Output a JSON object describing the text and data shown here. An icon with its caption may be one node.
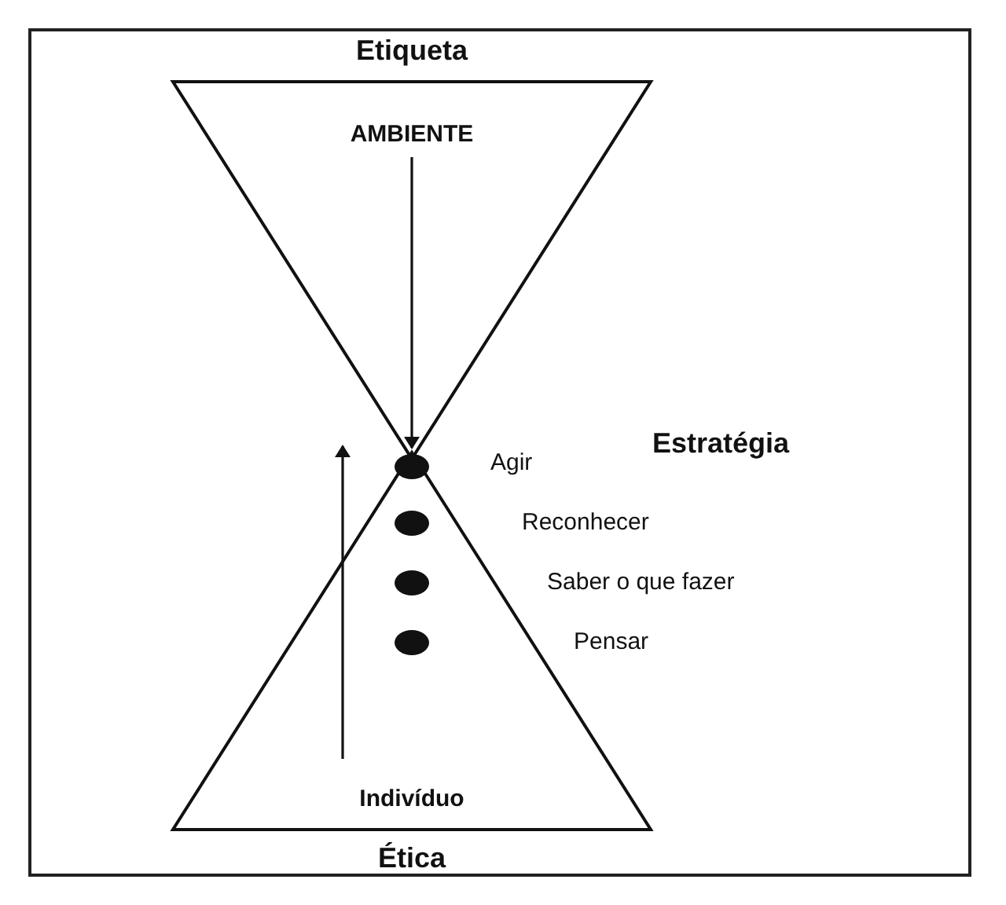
{
  "diagram": {
    "nodes": [
      {
        "text": [
          "Etiqueta"
        ]
      },
      {
        "text": [
          "AMBIENTE"
        ],
        "in": 0
      },
      {
        "text": [
          "Ética"
        ]
      },
      {
        "text": [
          "Indivíduo"
        ],
        "in": 2
      },
      {
        "text": [],
        "shape": "ellipse",
        "in": 2
      },
      {
        "text": [],
        "shape": "ellipse",
        "in": 2
      },
      {
        "text": [],
        "shape": "ellipse",
        "in": 2
      },
      {
        "text": [],
        "shape": "ellipse",
        "in": 2
      }
    ],
    "edges": [
      {
        "from": 1,
        "to": 4,
        "arrow": "to"
      },
      {
        "from": 3,
        "to": null,
        "arrow": "to"
      }
    ],
    "labels": [
      "Estratégia",
      "Agir",
      "Reconhecer",
      "Saber o que fazer",
      "Pensar"
    ]
  }
}
